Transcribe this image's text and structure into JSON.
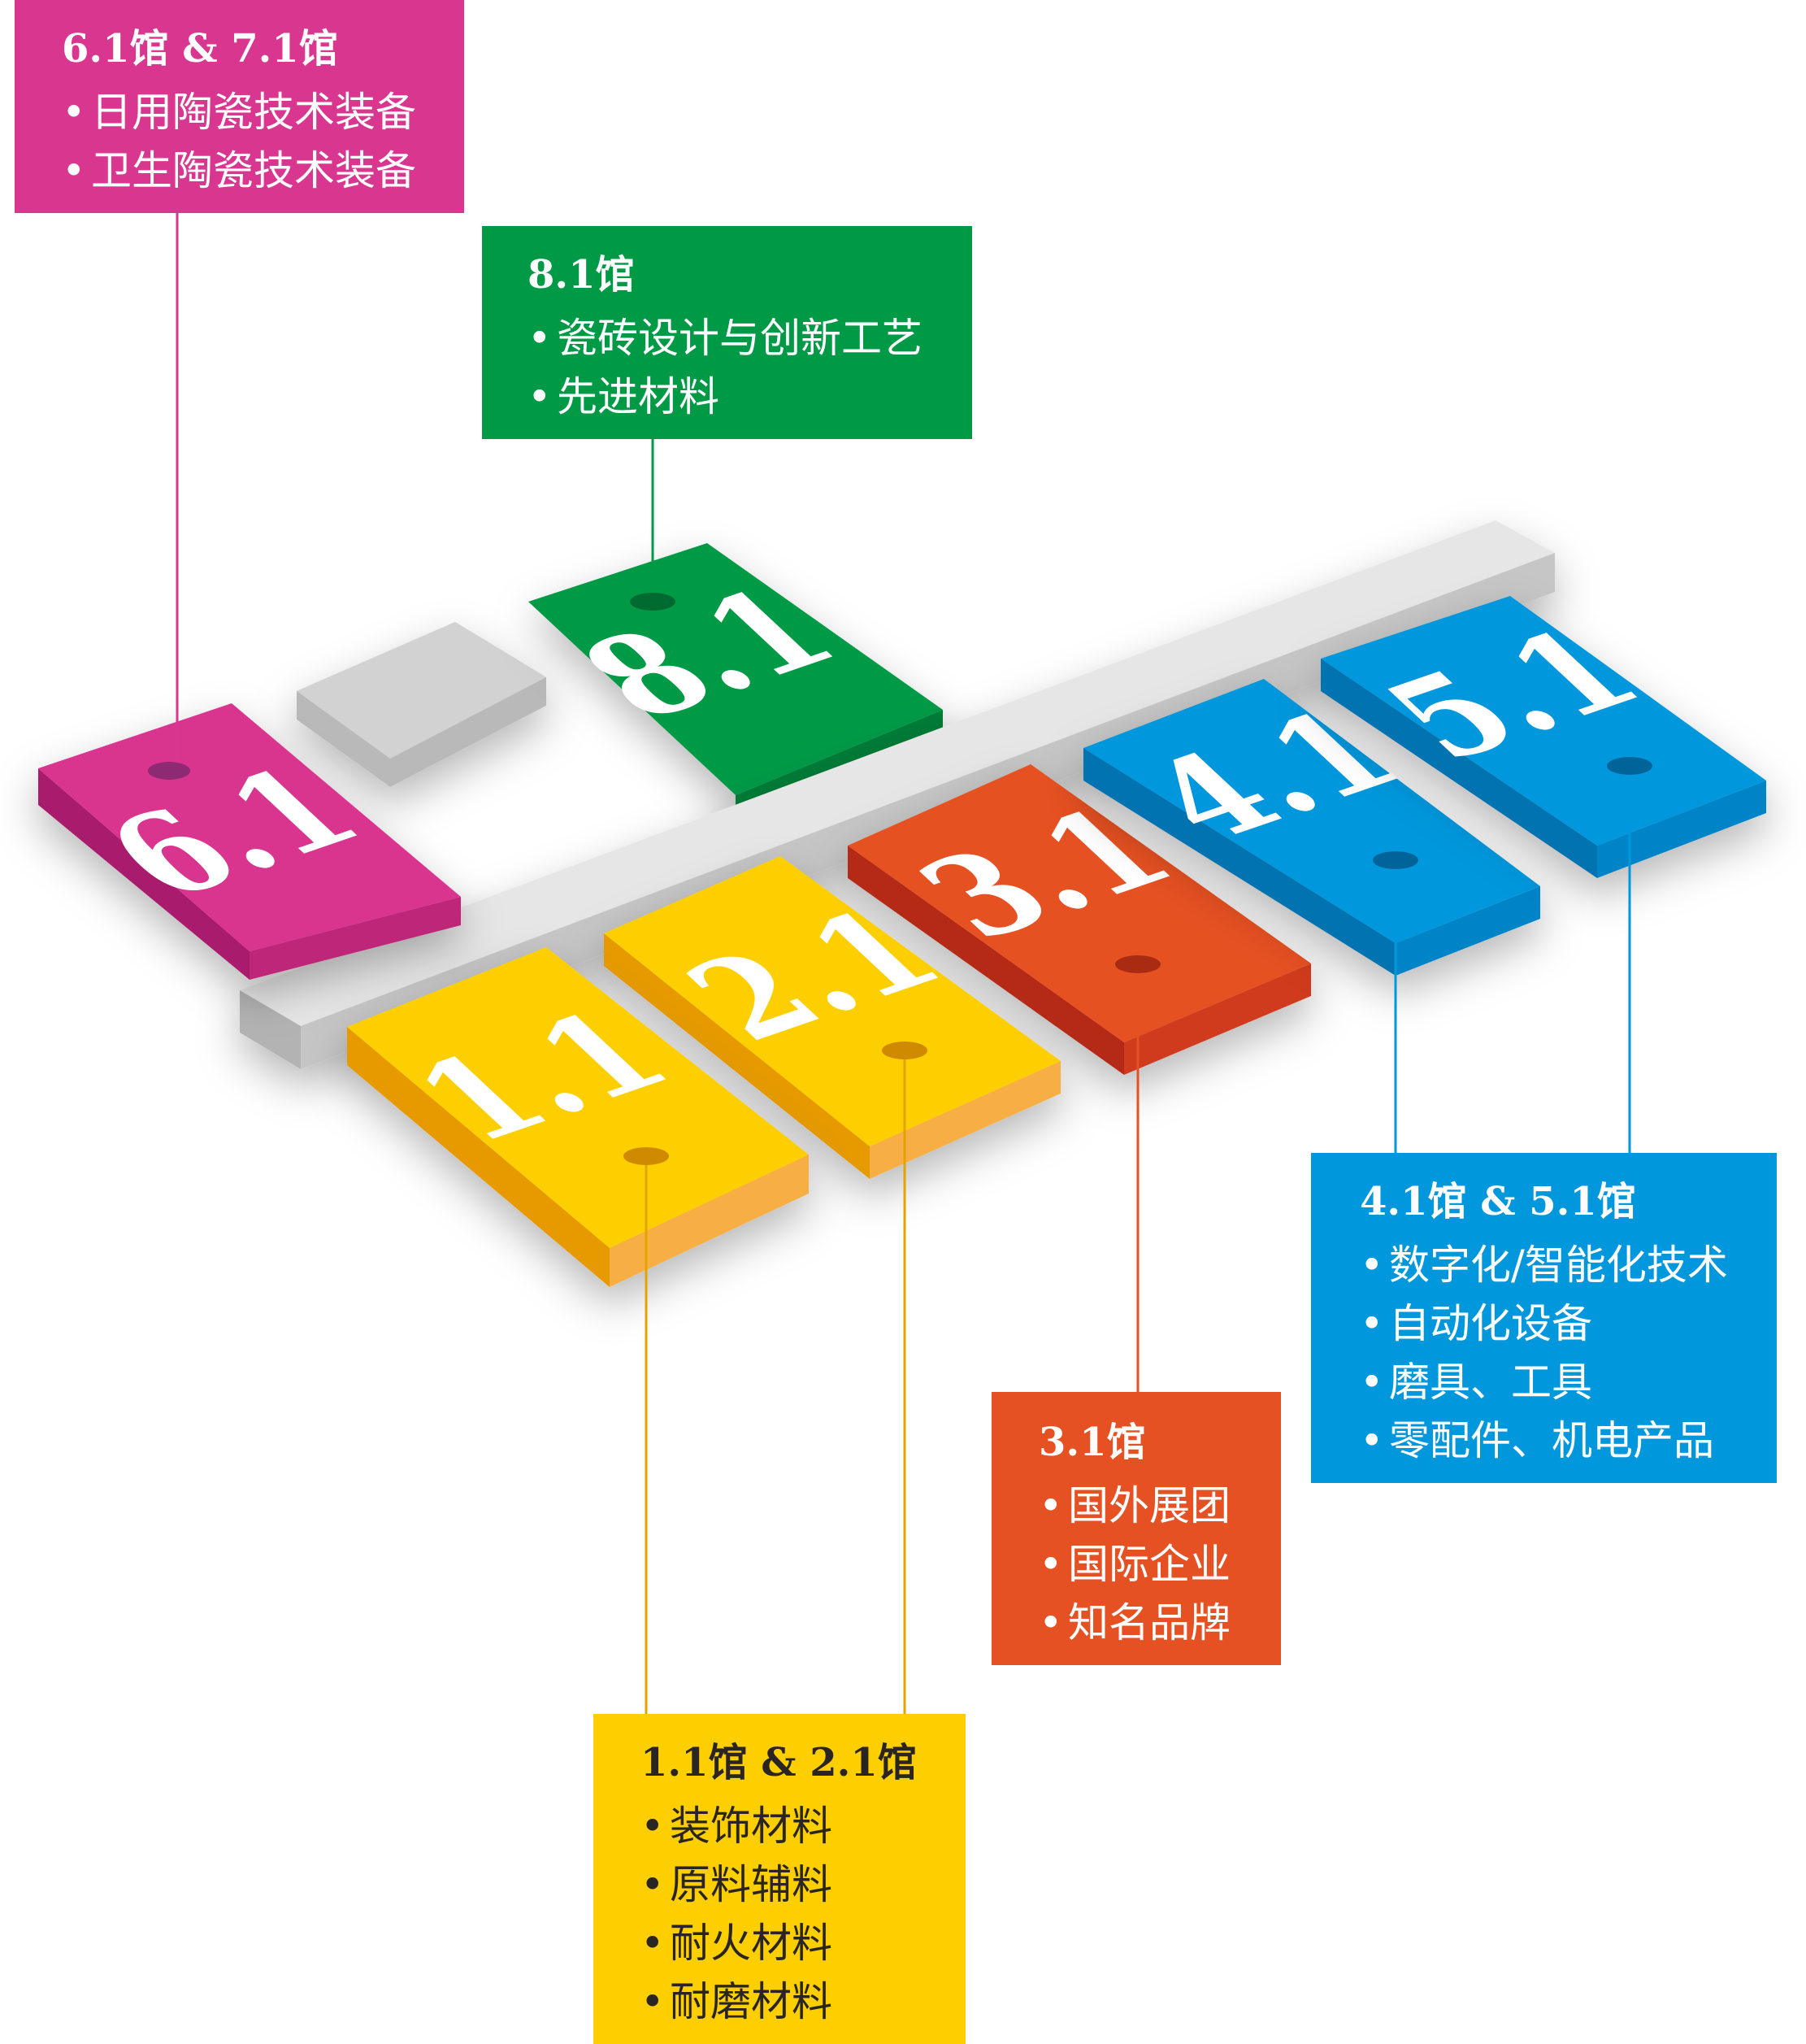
{
  "colors": {
    "pink": "#d9368f",
    "green": "#009a47",
    "red": "#e65124",
    "blue": "#0097dc",
    "yellow": "#fdcf00",
    "gray": "#cccccc"
  },
  "halls": {
    "h61": "6.1",
    "h81": "8.1",
    "h11": "1.1",
    "h21": "2.1",
    "h31": "3.1",
    "h41": "4.1",
    "h51": "5.1"
  },
  "labels": {
    "pink": {
      "title": "6.1馆 & 7.1馆",
      "items": [
        "日用陶瓷技术装备",
        "卫生陶瓷技术装备"
      ]
    },
    "green": {
      "title": "8.1馆",
      "items": [
        "瓷砖设计与创新工艺",
        "先进材料"
      ]
    },
    "blue": {
      "title": "4.1馆 & 5.1馆",
      "items": [
        "数字化/智能化技术",
        "自动化设备",
        "磨具、工具",
        "零配件、机电产品"
      ]
    },
    "red": {
      "title": "3.1馆",
      "items": [
        "国外展团",
        "国际企业",
        "知名品牌"
      ]
    },
    "yellow": {
      "title": "1.1馆 & 2.1馆",
      "items": [
        "装饰材料",
        "原料辅料",
        "耐火材料",
        "耐磨材料"
      ]
    }
  }
}
